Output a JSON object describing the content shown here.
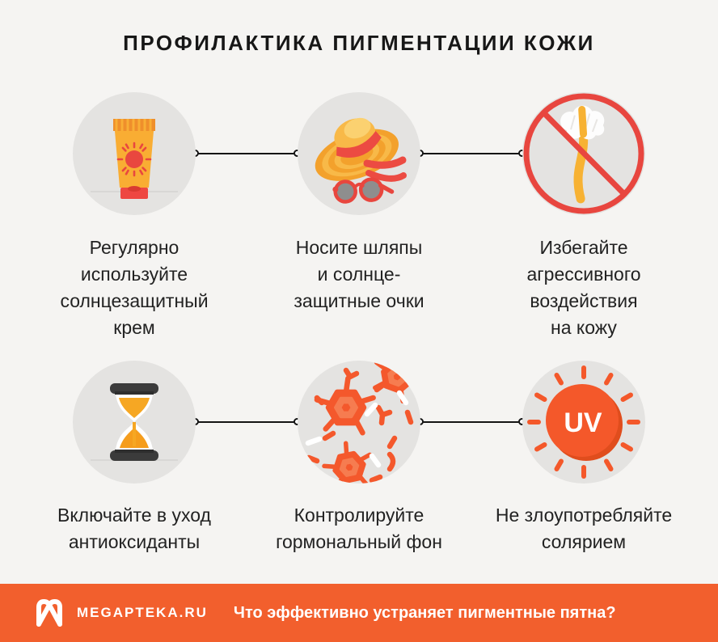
{
  "title": "ПРОФИЛАКТИКА ПИГМЕНТАЦИИ КОЖИ",
  "items": [
    {
      "icon": "sunscreen-tube",
      "caption": "Регулярно\nиспользуйте\nсолнцезащитный\nкрем"
    },
    {
      "icon": "hat-and-sunglasses",
      "caption": "Носите шляпы\nи солнце-\nзащитные очки"
    },
    {
      "icon": "no-aggressive-brush",
      "caption": "Избегайте\nагрессивного\nвоздействия\nна кожу"
    },
    {
      "icon": "hourglass",
      "caption": "Включайте в уход\nантиоксиданты"
    },
    {
      "icon": "hormone-molecules",
      "caption": "Контролируйте\nгормональный фон"
    },
    {
      "icon": "uv-sun",
      "caption": "Не злоупотребляйте\nсолярием"
    }
  ],
  "uv_label": "UV",
  "footer": {
    "brand": "MEGAPTEKA.RU",
    "question": "Что эффективно устраняет пигментные пятна?"
  },
  "colors": {
    "background": "#f5f4f2",
    "circle_fill": "#e4e3e1",
    "footer_orange": "#f25f2d",
    "icon_orange": "#f4582a",
    "icon_yellow": "#f8ad33",
    "icon_red": "#e9473f",
    "connector_black": "#141414",
    "text_dark": "#222222",
    "white": "#ffffff"
  }
}
